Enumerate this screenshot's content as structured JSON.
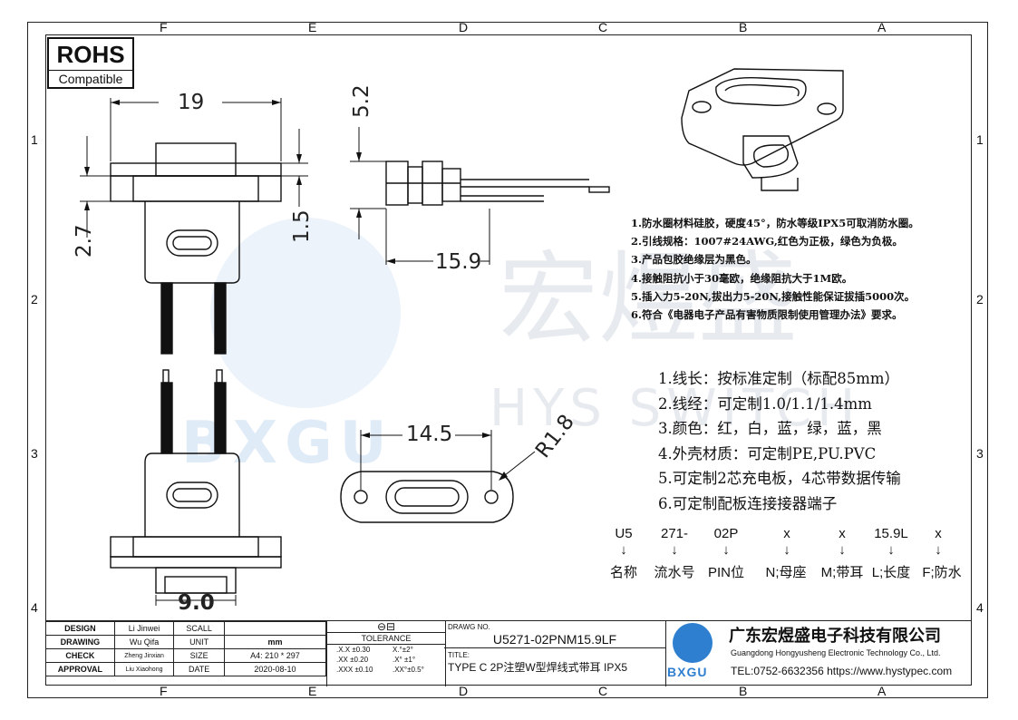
{
  "rohs": {
    "title": "ROHS",
    "subtitle": "Compatible"
  },
  "zones": {
    "cols": [
      "F",
      "E",
      "D",
      "C",
      "B",
      "A"
    ],
    "rows": [
      "1",
      "2",
      "3",
      "4"
    ]
  },
  "dims": {
    "width": "19",
    "height_left": "2.7",
    "top_thick": "5.2",
    "side_thick": "1.5",
    "length": "15.9",
    "hole_span": "14.5",
    "radius": "R1.8",
    "bottom_width": "9.0"
  },
  "watermark": {
    "cn": "宏煜盛",
    "en": "HYS SWITCH",
    "logo": "BXGU"
  },
  "notes1": [
    "1.防水圈材料硅胶，硬度45°，防水等级IPX5可取消防水圈。",
    "2.引线规格：1007#24AWG,红色为正极，绿色为负极。",
    "3.产品包胶绝缘层为黑色。",
    "4.接触阻抗小于30毫欧，绝缘阻抗大于1M欧。",
    "5.插入力5-20N,拔出力5-20N,接触性能保证拔插5000次。",
    "6.符合《电器电子产品有害物质限制使用管理办法》要求。"
  ],
  "notes2": [
    "1.线长：按标准定制（标配85mm）",
    "2.线经：可定制1.0/1.1/1.4mm",
    "3.颜色：红，白，蓝，绿，蓝，黑",
    "4.外壳材质：可定制PE,PU.PVC",
    "5.可定制2芯充电板，4芯带数据传输",
    "6.可定制配板连接接器端子"
  ],
  "part_number": {
    "codes": [
      "U5",
      "271-",
      "02P",
      "x",
      "x",
      "15.9L",
      "x"
    ],
    "arrow": "↓",
    "labels": [
      "名称",
      "流水号",
      "PIN位",
      "N;母座",
      "M;带耳",
      "L;长度",
      "F;防水"
    ]
  },
  "title_block": {
    "rows": [
      {
        "role": "DESIGN",
        "name": "Li Jinwei",
        "field": "SCALL",
        "value": ""
      },
      {
        "role": "DRAWING",
        "name": "Wu Qifa",
        "field": "UNIT",
        "value": "mm"
      },
      {
        "role": "CHECK",
        "name": "Zheng Jinxian",
        "field": "SIZE",
        "value": "A4: 210 * 297"
      },
      {
        "role": "APPROVAL",
        "name": "Liu Xiaohong",
        "field": "DATE",
        "value": "2020-08-10"
      }
    ],
    "tolerance_label": "TOLERANCE",
    "tolerances": [
      [
        ".X.X  ±0.30",
        "X.°±2°"
      ],
      [
        ".XX  ±0.20",
        ".X° ±1°"
      ],
      [
        ".XXX  ±0.10",
        ".XX°±0.5°"
      ]
    ],
    "drawing_no_label": "DRAWG NO.",
    "drawing_no": "U5271-02PNM15.9LF",
    "title_label": "TITLE:",
    "title": "TYPE C 2P注塑W型焊线式带耳 IPX5",
    "company_cn": "广东宏煜盛电子科技有限公司",
    "company_en": "Guangdong Hongyusheng Electronic Technology Co., Ltd.",
    "logo_text": "BXGU",
    "contact": "TEL:0752-6632356  https://www.hystypec.com"
  }
}
